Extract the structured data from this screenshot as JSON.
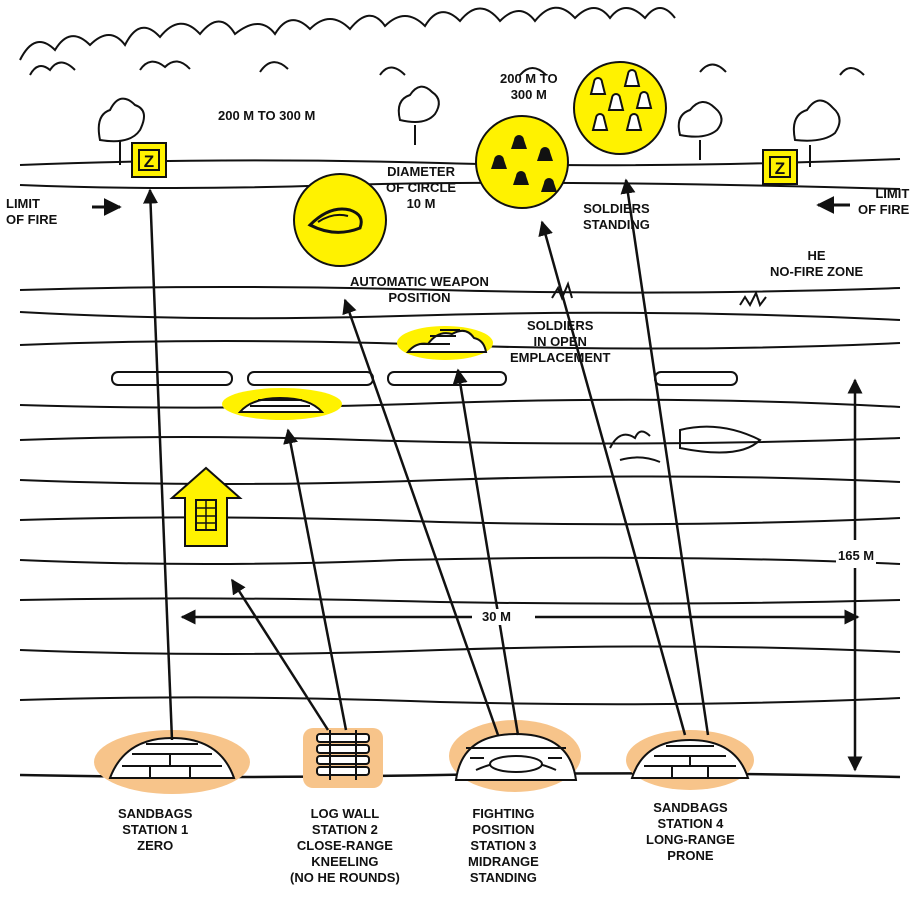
{
  "colors": {
    "yellow": "#FFF200",
    "orange_glow": "#F7C48A",
    "ink": "#111111",
    "paper": "#FFFFFF"
  },
  "labels": {
    "range_far": "200 M TO 300 M",
    "range_far2": [
      "200 M TO",
      "300 M"
    ],
    "diameter": [
      "DIAMETER",
      "OF CIRCLE",
      "10 M"
    ],
    "limit_left": [
      "LIMIT",
      "OF FIRE"
    ],
    "limit_right": [
      "LIMIT",
      "OF FIRE"
    ],
    "soldiers_standing": [
      "SOLDIERS",
      "STANDING"
    ],
    "he_zone": [
      "HE",
      "NO-FIRE ZONE"
    ],
    "auto_weapon": [
      "AUTOMATIC WEAPON",
      "POSITION"
    ],
    "soldiers_open": [
      "SOLDIERS",
      "IN OPEN",
      "EMPLACEMENT"
    ],
    "dist_165": "165 M",
    "dist_30": "30 M"
  },
  "stations": [
    {
      "lines": [
        "SANDBAGS",
        "STATION 1",
        "ZERO"
      ]
    },
    {
      "lines": [
        "LOG WALL",
        "STATION 2",
        "CLOSE-RANGE",
        "KNEELING",
        "(NO HE ROUNDS)"
      ]
    },
    {
      "lines": [
        "FIGHTING",
        "POSITION",
        "STATION 3",
        "MIDRANGE",
        "STANDING"
      ]
    },
    {
      "lines": [
        "SANDBAGS",
        "STATION 4",
        "LONG-RANGE",
        "PRONE"
      ]
    }
  ],
  "icons": {
    "limit_marker": "z-marker-icon",
    "house": "house-target-icon",
    "soldier": "soldier-figure-icon"
  }
}
